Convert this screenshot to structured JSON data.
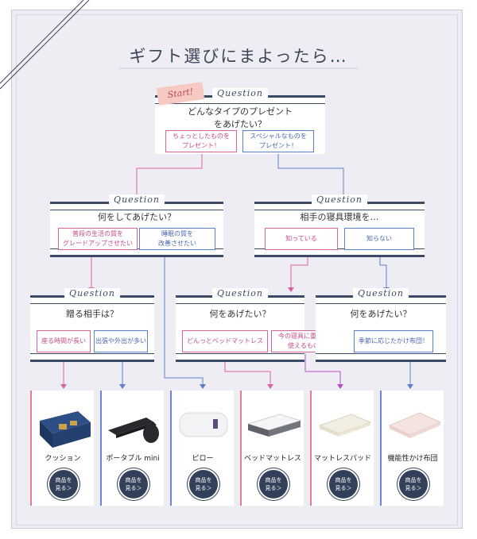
{
  "title": "ギフト選びにまよったら…",
  "start_label": "Start!",
  "question_label": "Question",
  "q1": {
    "text1": "どんなタイプのプレゼント",
    "text2": "をあげたい？",
    "opt_a": [
      "ちょっとしたものを",
      "プレゼント！"
    ],
    "opt_b": [
      "スペシャルなものを",
      "プレゼント！"
    ]
  },
  "q2": {
    "text": "何をしてあげたい？",
    "opt_a": [
      "普段の生活の質を",
      "グレードアップさせたい"
    ],
    "opt_b": [
      "睡眠の質を",
      "改善させたい"
    ]
  },
  "q3": {
    "text": "相手の寝具環境を…",
    "opt_a": "知っている",
    "opt_b": "知らない"
  },
  "q4": {
    "text": "贈る相手は？",
    "opt_a": "座る時間が長い",
    "opt_b": "出張や外出が多い"
  },
  "q5": {
    "text": "何をあげたい？",
    "opt_a": "どんっとベッドマットレス",
    "opt_b": [
      "今の寝具に重ねて",
      "使えるもの"
    ]
  },
  "q6": {
    "text": "何をあげたい？",
    "opt_a": "季節に応じたかけ布団！"
  },
  "products": [
    {
      "name": "クッション",
      "accent": "pink"
    },
    {
      "name": "ポータブル mini",
      "accent": "blue"
    },
    {
      "name": "ピロー",
      "accent": "blue"
    },
    {
      "name": "ベッドマットレス",
      "accent": "pink"
    },
    {
      "name": "マットレスパッド",
      "accent": "pink"
    },
    {
      "name": "機能性かけ布団",
      "accent": "blue"
    }
  ],
  "product_button": [
    "商品を",
    "見る＞"
  ],
  "colors": {
    "pink": "#d9659a",
    "blue": "#5c7fcf",
    "navy": "#33405a"
  }
}
